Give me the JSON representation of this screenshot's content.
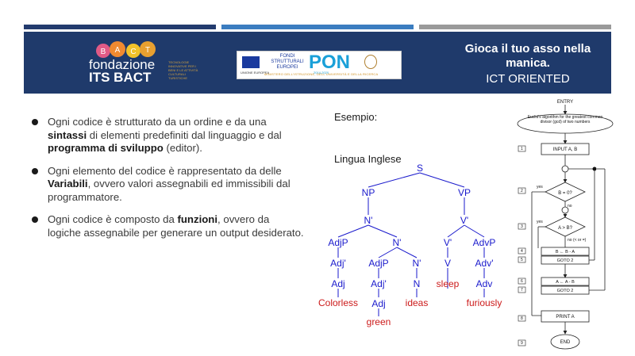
{
  "header": {
    "logo_line1": "fondazione",
    "logo_line2": "ITS BACT",
    "logo_bubble_letters": [
      "B",
      "A",
      "C",
      "T"
    ],
    "logo_small_text": "TECNOLOGIE INNOVATIVE PER I BENI E LE ATTIVITÀ CULTURALI TURISTICHE",
    "pon_fondi": "FONDI STRUTTURALI EUROPEI",
    "pon_word": "PON",
    "pon_years": "2014-2020",
    "pon_eu_label": "UNIONE EUROPEA",
    "pon_ministero": "MINISTERO DELL'ISTRUZIONE, DELL'UNIVERSITÀ E DELLA RICERCA",
    "title": "Gioca il tuo asso nella manica.",
    "subtitle": "ICT ORIENTED"
  },
  "bullets": [
    {
      "parts": [
        {
          "text": "Ogni codice è strutturato da un ordine e da una ",
          "bold": false
        },
        {
          "text": "sintassi",
          "bold": true
        },
        {
          "text": " di elementi predefiniti dal linguaggio e dal ",
          "bold": false
        },
        {
          "text": "programma di sviluppo",
          "bold": true
        },
        {
          "text": " (editor).",
          "bold": false
        }
      ]
    },
    {
      "parts": [
        {
          "text": "Ogni elemento del codice è rappresentato da delle ",
          "bold": false
        },
        {
          "text": "Variabili",
          "bold": true
        },
        {
          "text": ", ovvero valori assegnabili ed immissibili dal programmatore.",
          "bold": false
        }
      ]
    },
    {
      "parts": [
        {
          "text": "Ogni codice è composto da ",
          "bold": false
        },
        {
          "text": "funzioni",
          "bold": true
        },
        {
          "text": ", ovvero da logiche assegnabile per generare un output desiderato.",
          "bold": false
        }
      ]
    }
  ],
  "example": {
    "label": "Esempio:",
    "language": "Lingua Inglese",
    "tree_nodes": {
      "s": "S",
      "np": "NP",
      "vp": "VP",
      "nbar1": "N'",
      "vbar1": "V'",
      "adjp1": "AdjP",
      "nbar2": "N'",
      "vbar2": "V'",
      "advp": "AdvP",
      "adjbar1": "Adj'",
      "adjp2": "AdjP",
      "nbar3": "N'",
      "v": "V",
      "advbar": "Adv'",
      "adj1": "Adj",
      "adjbar2": "Adj'",
      "n": "N",
      "adv": "Adv",
      "adj2": "Adj",
      "w_colorless": "Colorless",
      "w_green": "green",
      "w_ideas": "ideas",
      "w_sleep": "sleep",
      "w_furiously": "furiously"
    },
    "colors": {
      "node": "#1a1acc",
      "word": "#cc1a1a"
    }
  },
  "flowchart": {
    "entry": "ENTRY",
    "title": "Euclid's algorithm for the greatest common divisor (gcd) of two numbers",
    "step_numbers": [
      "1",
      "2",
      "3",
      "4",
      "5",
      "6",
      "7",
      "8",
      "9"
    ],
    "input": "INPUT A, B",
    "cond1": "B = 0?",
    "cond2": "A > B?",
    "yes": "yes",
    "no": "no",
    "no_alt": "no (< or =)",
    "op_b": "B ← B - A",
    "goto2a": "GOTO 2",
    "op_a": "A ← A - B",
    "goto2b": "GOTO 2",
    "print": "PRINT A",
    "end": "END"
  }
}
